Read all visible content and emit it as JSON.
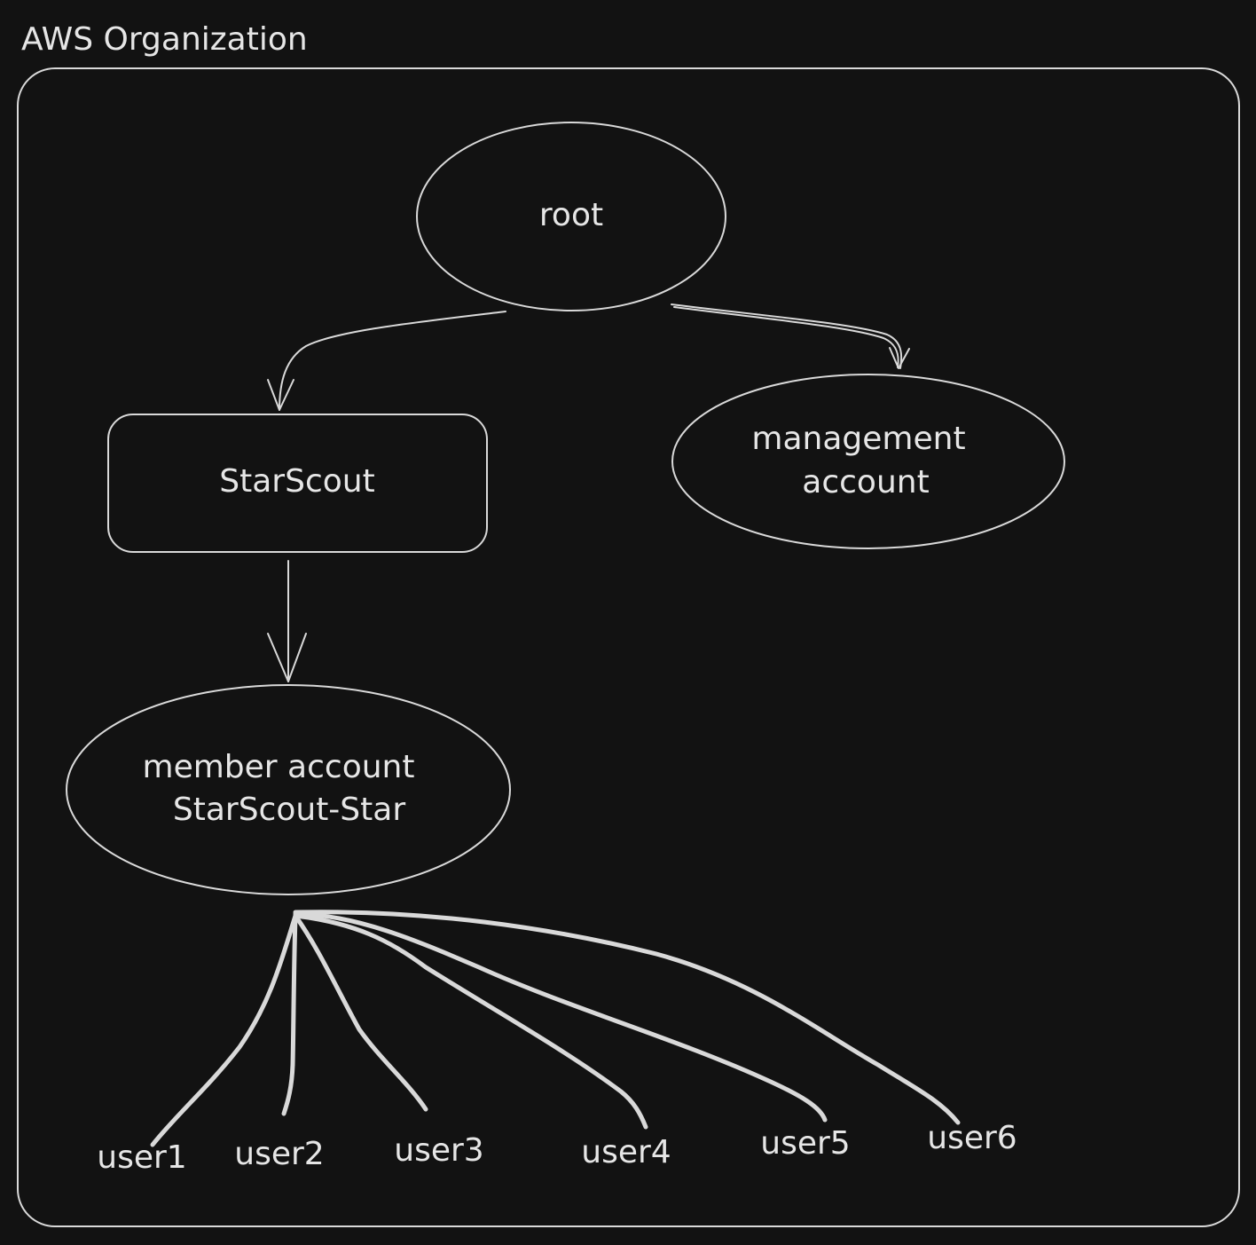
{
  "diagram": {
    "org_title": "AWS Organization",
    "nodes": {
      "root": "root",
      "ou": "StarScout",
      "management": [
        "management",
        "account"
      ],
      "member": [
        "member account",
        "StarScout-Star"
      ]
    },
    "users": [
      "user1",
      "user2",
      "user3",
      "user4",
      "user5",
      "user6"
    ],
    "colors": {
      "background": "#121212",
      "stroke": "#d9d9d9",
      "text": "#e6e6e6"
    }
  }
}
